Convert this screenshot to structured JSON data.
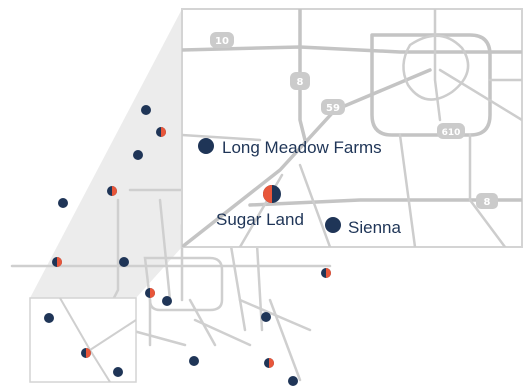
{
  "colors": {
    "navy": "#1f3557",
    "orange": "#e8563a",
    "road": "#cfcfcf",
    "highway": "#bdbdbd",
    "wedge": "#ececec",
    "frame": "#d4d4d4",
    "shield": "#cbcbcb"
  },
  "inset": {
    "labels": {
      "long_meadow": "Long Meadow Farms",
      "sugar_land": "Sugar Land",
      "sienna": "Sienna"
    },
    "shields": {
      "i10": "10",
      "i8a": "8",
      "us59": "59",
      "i610": "610",
      "i8b": "8"
    }
  },
  "overview": {
    "markers": [
      {
        "kind": "full"
      },
      {
        "kind": "half"
      },
      {
        "kind": "full"
      },
      {
        "kind": "half"
      },
      {
        "kind": "full"
      },
      {
        "kind": "half"
      },
      {
        "kind": "full"
      },
      {
        "kind": "half"
      },
      {
        "kind": "full"
      },
      {
        "kind": "half"
      },
      {
        "kind": "full"
      },
      {
        "kind": "full"
      },
      {
        "kind": "full"
      },
      {
        "kind": "half"
      },
      {
        "kind": "full"
      }
    ]
  }
}
